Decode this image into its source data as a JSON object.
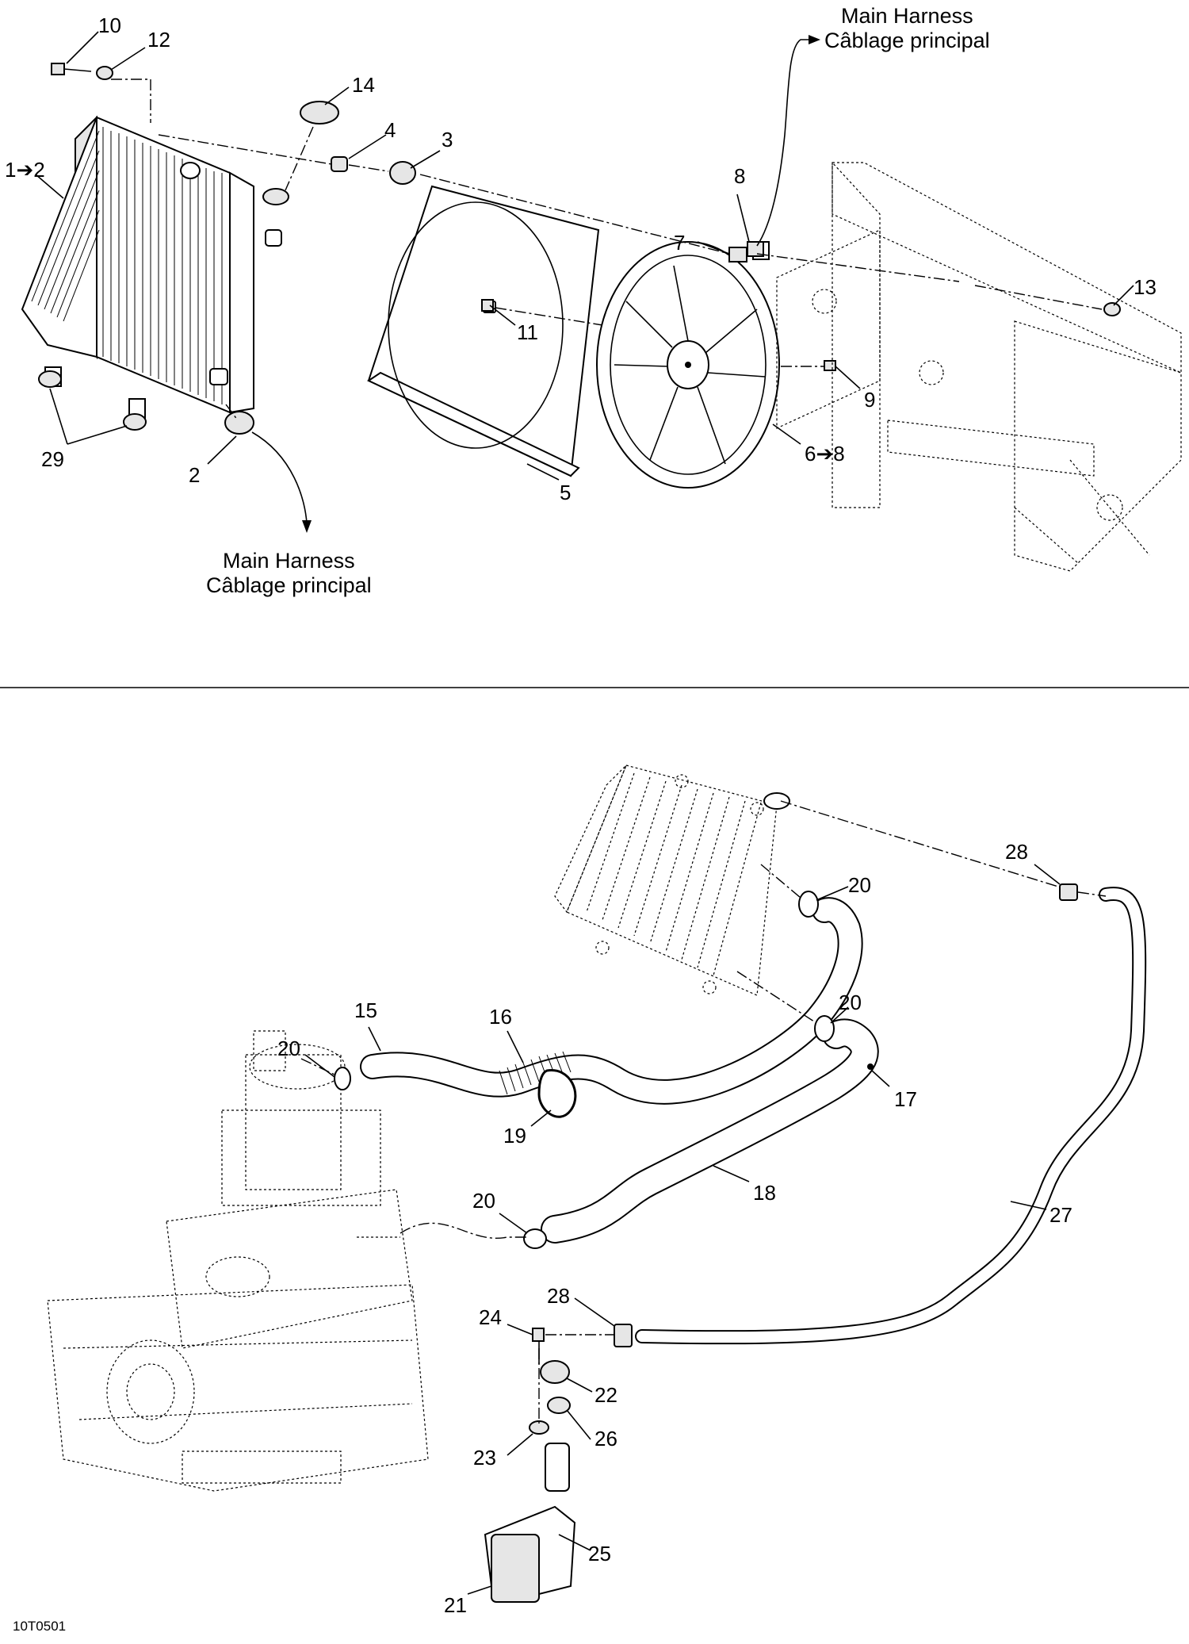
{
  "harness_top": {
    "en": "Main Harness",
    "fr": "Câblage principal"
  },
  "harness_bottom": {
    "en": "Main Harness",
    "fr": "Câblage principal"
  },
  "labels_top": {
    "l10": "10",
    "l12": "12",
    "l14": "14",
    "l4": "4",
    "l3": "3",
    "l1_2": "1➔2",
    "l8": "8",
    "l7": "7",
    "l13": "13",
    "l11": "11",
    "l9": "9",
    "l6_8": "6➔8",
    "l5": "5",
    "l29": "29",
    "l2": "2"
  },
  "labels_bottom": {
    "l28a": "28",
    "l20a": "20",
    "l20b": "20",
    "l15": "15",
    "l16": "16",
    "l20c": "20",
    "l17": "17",
    "l19": "19",
    "l18": "18",
    "l20d": "20",
    "l27": "27",
    "l28b": "28",
    "l24": "24",
    "l22": "22",
    "l26": "26",
    "l23": "23",
    "l25": "25",
    "l21": "21"
  },
  "figure_code": "10T0501"
}
